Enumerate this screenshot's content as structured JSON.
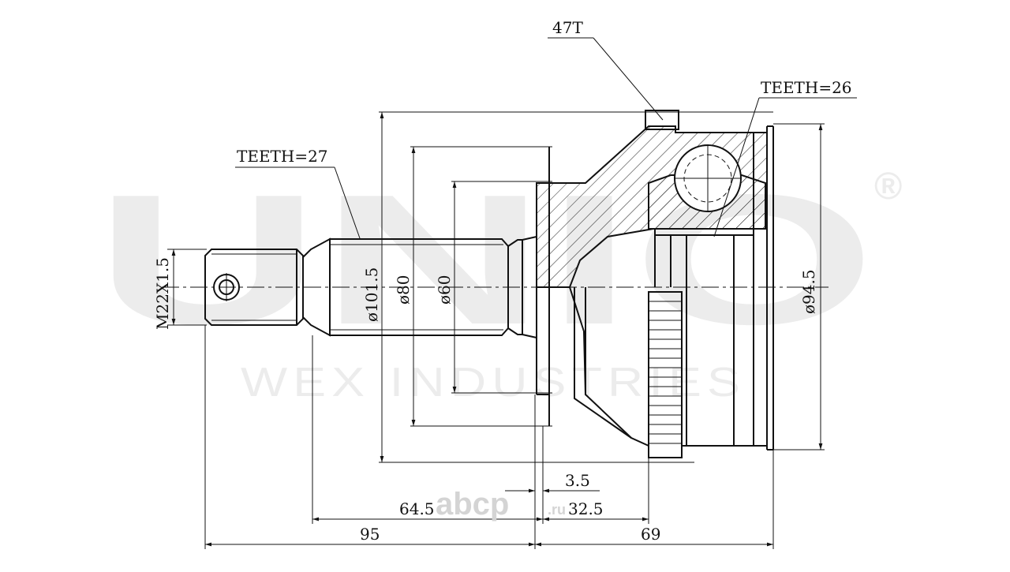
{
  "watermark": {
    "brand": "UNIO",
    "registered": "®",
    "company": "WEX INDUSTRIES",
    "site_main": "abcp",
    "site_suffix": ".ru"
  },
  "labels": {
    "teeth_outer": "TEETH=27",
    "teeth_inner": "TEETH=26",
    "abs_teeth": "47T",
    "thread": "M22X1.5",
    "dia_101_5": "ø101.5",
    "dia_80": "ø80",
    "dia_60": "ø60",
    "dia_94_5": "ø94.5",
    "len_3_5": "3.5",
    "len_32_5": "32.5",
    "len_64_5": "64.5",
    "len_95": "95",
    "len_69": "69"
  },
  "colors": {
    "line": "#111111",
    "watermark": "#ececec"
  }
}
